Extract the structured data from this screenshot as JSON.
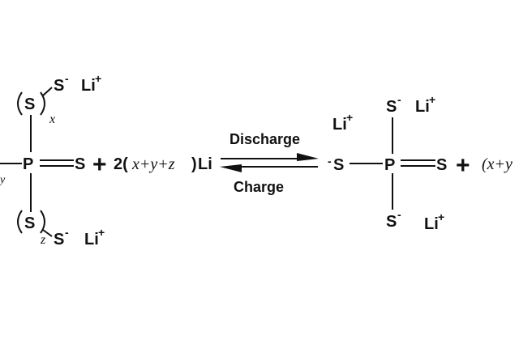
{
  "reactant": {
    "top_branch": {
      "sulfur": "S",
      "subscript": "x",
      "terminal": "S",
      "terminal_charge": "-",
      "counter_ion": "Li",
      "counter_charge": "+"
    },
    "bottom_branch": {
      "sulfur": "S",
      "subscript": "z",
      "terminal": "S",
      "terminal_charge": "-",
      "counter_ion": "Li",
      "counter_charge": "+"
    },
    "left_subscript": "y",
    "phosphorus": "P",
    "double_bond_sulfur": "S"
  },
  "plus_sign": "+",
  "lithium_term": {
    "coefficient_open": "2(",
    "coefficient_expr": "x+y+z",
    "coefficient_close": ")",
    "element": "Li"
  },
  "arrow": {
    "forward_label": "Discharge",
    "reverse_label": "Charge"
  },
  "product": {
    "top": {
      "sulfur": "S",
      "charge": "-",
      "counter_ion": "Li",
      "counter_charge": "+"
    },
    "left": {
      "sulfur": "S",
      "charge": "-",
      "counter_ion": "Li",
      "counter_charge": "+"
    },
    "bottom": {
      "sulfur": "S",
      "charge": "-",
      "counter_ion": "Li",
      "counter_charge": "+"
    },
    "phosphorus": "P",
    "double_bond_sulfur": "S",
    "plus_sign": "+",
    "coefficient_fragment": "(x+y"
  }
}
